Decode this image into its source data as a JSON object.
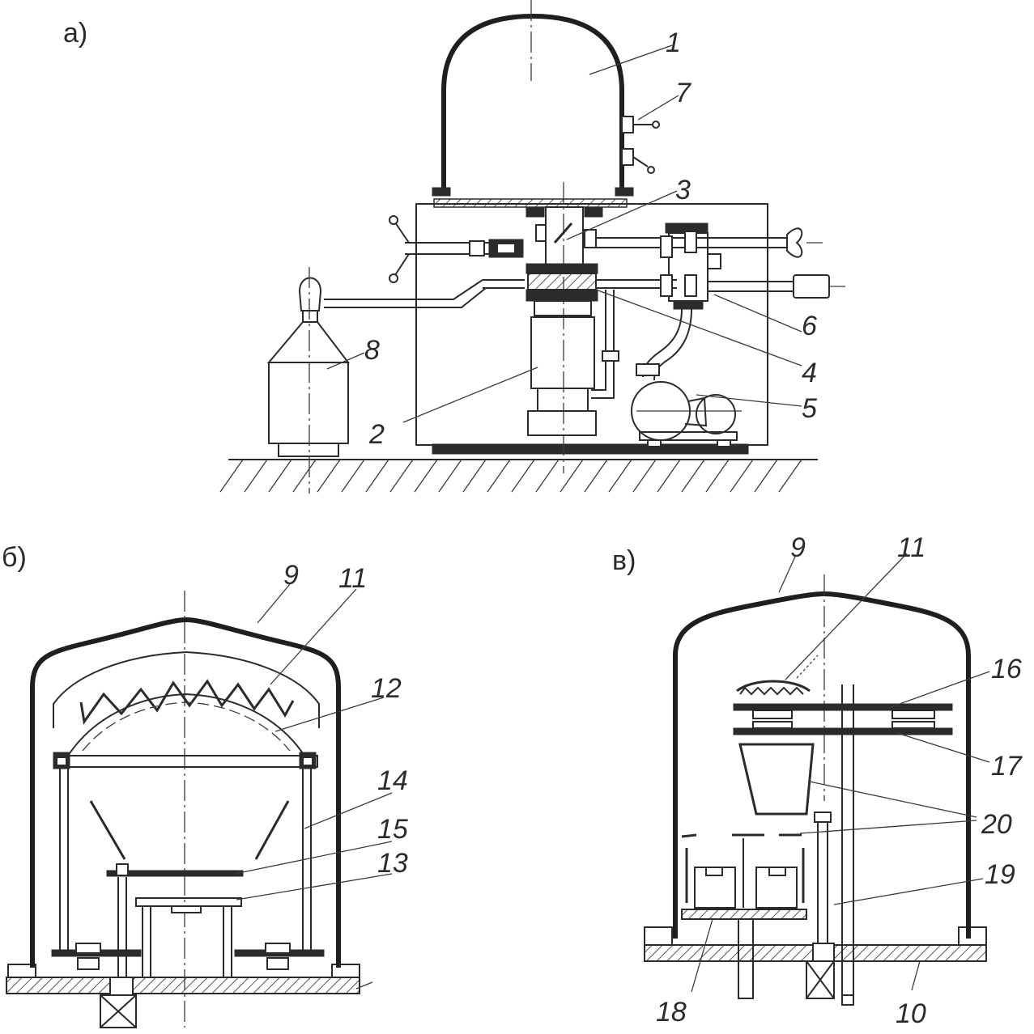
{
  "panels": {
    "a": {
      "caption": "а)",
      "labels": {
        "l1": "1",
        "l2": "2",
        "l3": "3",
        "l4": "4",
        "l5": "5",
        "l6": "6",
        "l7": "7",
        "l8": "8"
      }
    },
    "b": {
      "caption": "б)",
      "labels": {
        "l9": "9",
        "l11": "11",
        "l12": "12",
        "l13": "13",
        "l14": "14",
        "l15": "15"
      }
    },
    "c": {
      "caption": "в)",
      "labels": {
        "l9": "9",
        "l10": "10",
        "l11": "11",
        "l16": "16",
        "l17": "17",
        "l18": "18",
        "l19": "19",
        "l20": "20"
      }
    }
  },
  "colors": {
    "ink": "#2b2b2b",
    "paper": "#ffffff"
  }
}
